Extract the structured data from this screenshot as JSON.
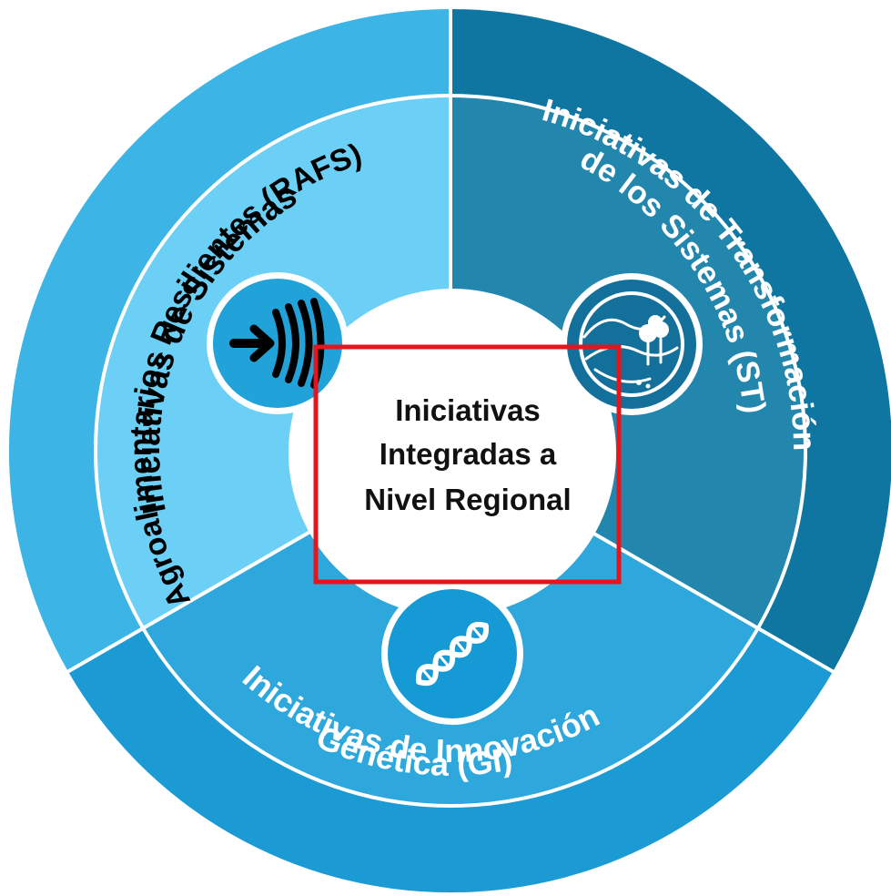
{
  "center": {
    "lines": [
      "Iniciativas",
      "Integradas a",
      "Nivel Regional"
    ]
  },
  "segments": {
    "rafs": {
      "line1": "Iniciativas de Sistemas",
      "line2": "Agroalimentarios Resilientes (RAFS)",
      "icon": "arrow-waves-icon"
    },
    "st": {
      "line1": "Iniciativas de Transformación",
      "line2": "de los Sistemas (ST)",
      "icon": "landscape-icon"
    },
    "gi": {
      "line1": "Iniciativas de Innovación",
      "line2": "Genética (GI)",
      "icon": "dna-icon"
    }
  },
  "colors": {
    "rafs_outer": "#3cb4e6",
    "rafs_inner": "#6ccff5",
    "st_outer": "#0e76a1",
    "st_inner": "#2386ad",
    "gi_outer": "#1c9ad4",
    "gi_inner": "#2ea7dc",
    "highlight_box": "#e8141c"
  }
}
